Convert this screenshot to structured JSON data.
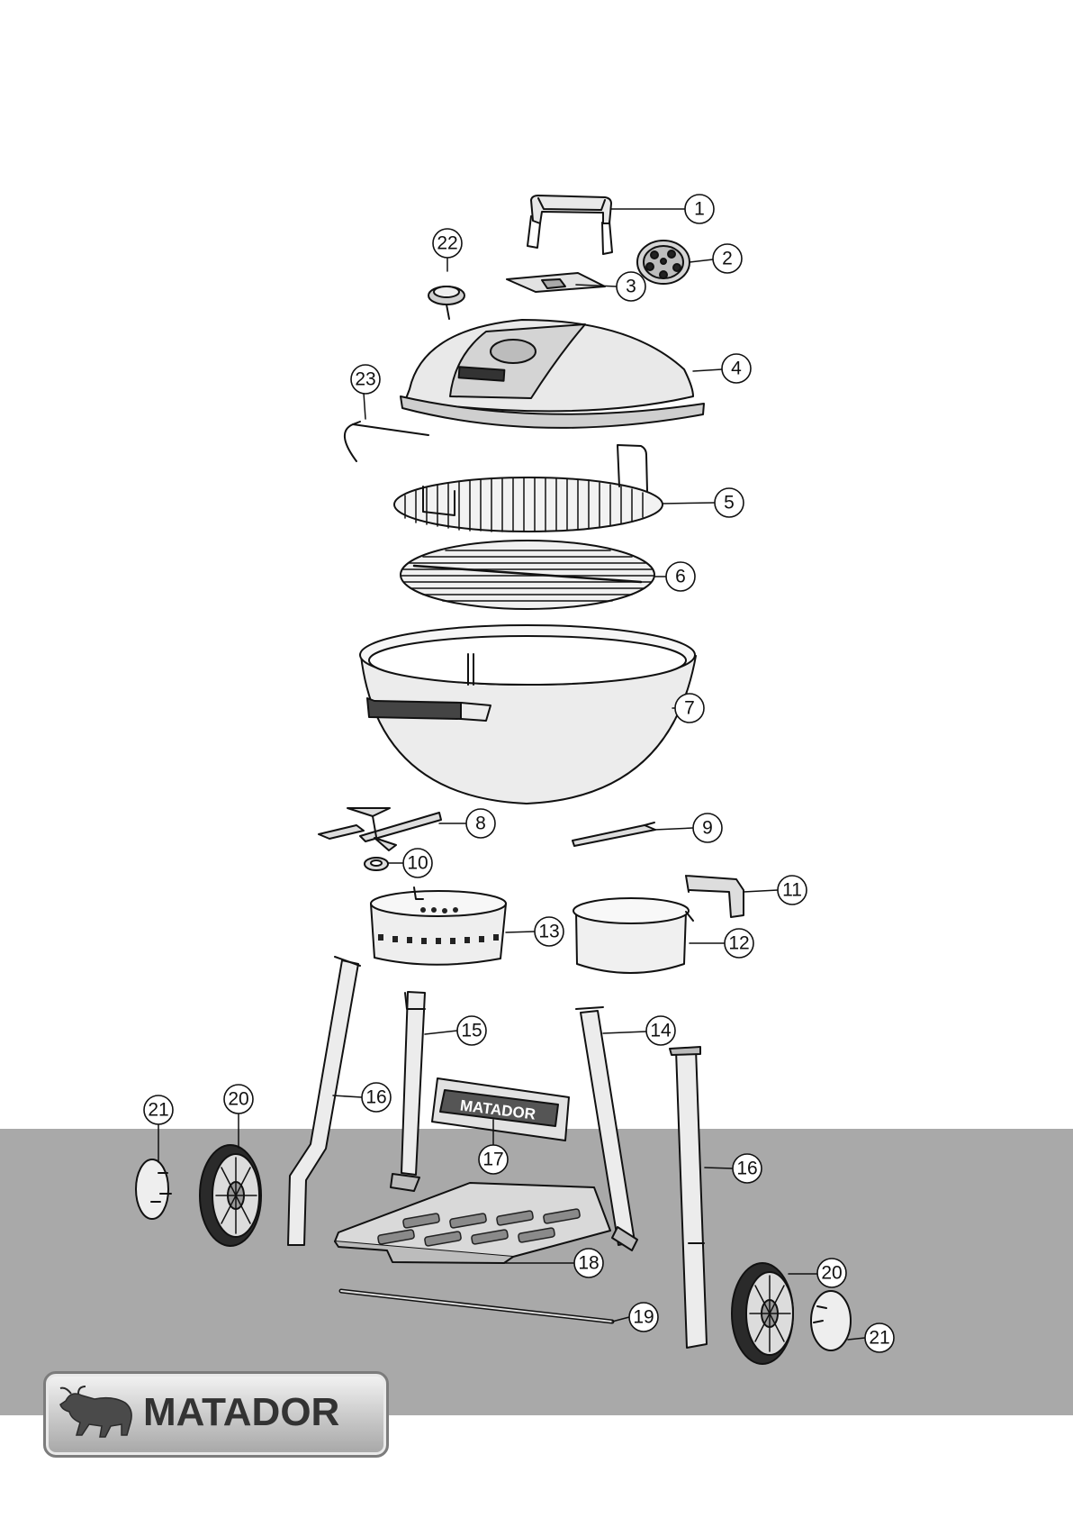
{
  "brand": {
    "logo_text": "MATADOR",
    "panel_text": "MATADOR"
  },
  "callouts": [
    "1",
    "2",
    "3",
    "4",
    "5",
    "6",
    "7",
    "8",
    "9",
    "10",
    "11",
    "12",
    "13",
    "14",
    "15",
    "16",
    "17",
    "18",
    "19",
    "20",
    "21",
    "22",
    "23",
    "16",
    "20",
    "21"
  ],
  "colors": {
    "band": "#a9a9a9",
    "line": "#111111",
    "background": "#ffffff"
  }
}
